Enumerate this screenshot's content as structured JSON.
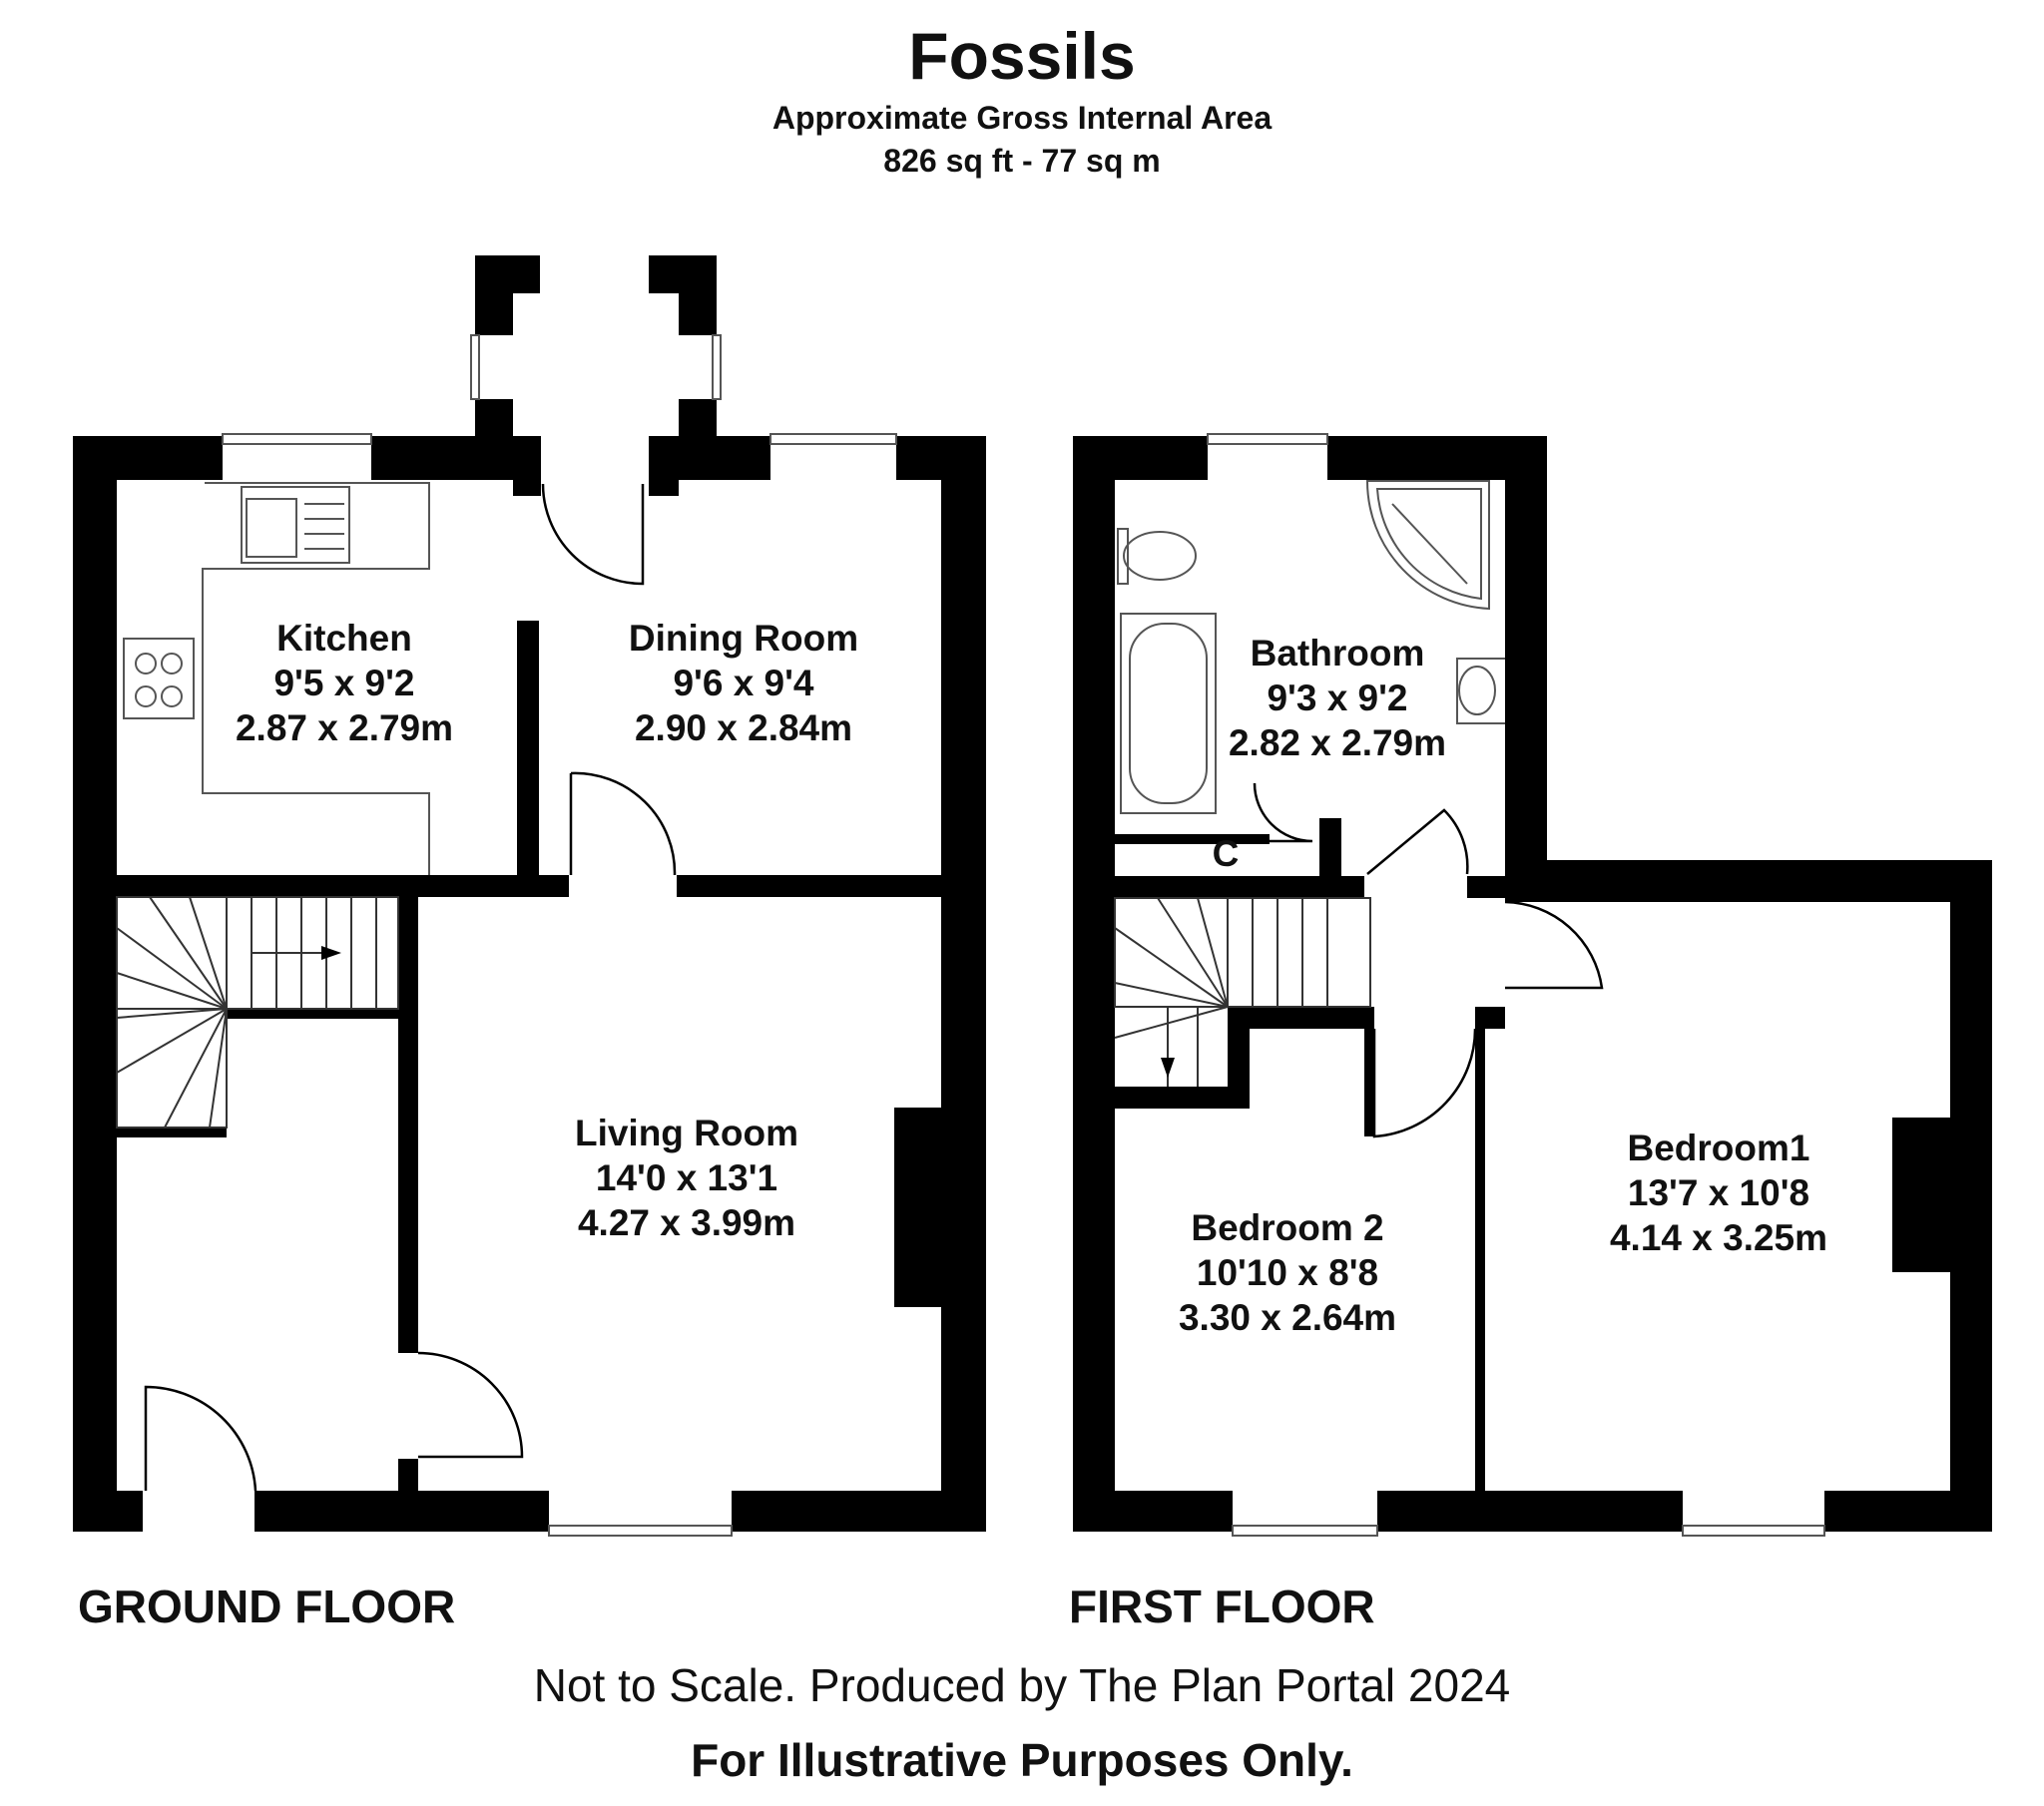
{
  "header": {
    "title": "Fossils",
    "subtitle": "Approximate Gross Internal Area",
    "area": "826 sq ft - 77 sq m"
  },
  "floors": {
    "ground": {
      "label": "GROUND FLOOR",
      "rooms": {
        "kitchen": {
          "name": "Kitchen",
          "imperial": "9'5 x 9'2",
          "metric": "2.87 x 2.79m"
        },
        "dining": {
          "name": "Dining Room",
          "imperial": "9'6 x 9'4",
          "metric": "2.90 x 2.84m"
        },
        "living": {
          "name": "Living Room",
          "imperial": "14'0 x 13'1",
          "metric": "4.27 x 3.99m"
        }
      }
    },
    "first": {
      "label": "FIRST FLOOR",
      "rooms": {
        "bathroom": {
          "name": "Bathroom",
          "imperial": "9'3 x 9'2",
          "metric": "2.82 x 2.79m"
        },
        "cupboard": {
          "name": "C"
        },
        "bedroom2": {
          "name": "Bedroom 2",
          "imperial": "10'10 x 8'8",
          "metric": "3.30 x 2.64m"
        },
        "bedroom1": {
          "name": "Bedroom1",
          "imperial": "13'7 x 10'8",
          "metric": "4.14 x 3.25m"
        }
      }
    }
  },
  "footer": {
    "note": "Not to Scale. Produced by The Plan Portal 2024",
    "disclaimer": "For Illustrative Purposes Only."
  }
}
